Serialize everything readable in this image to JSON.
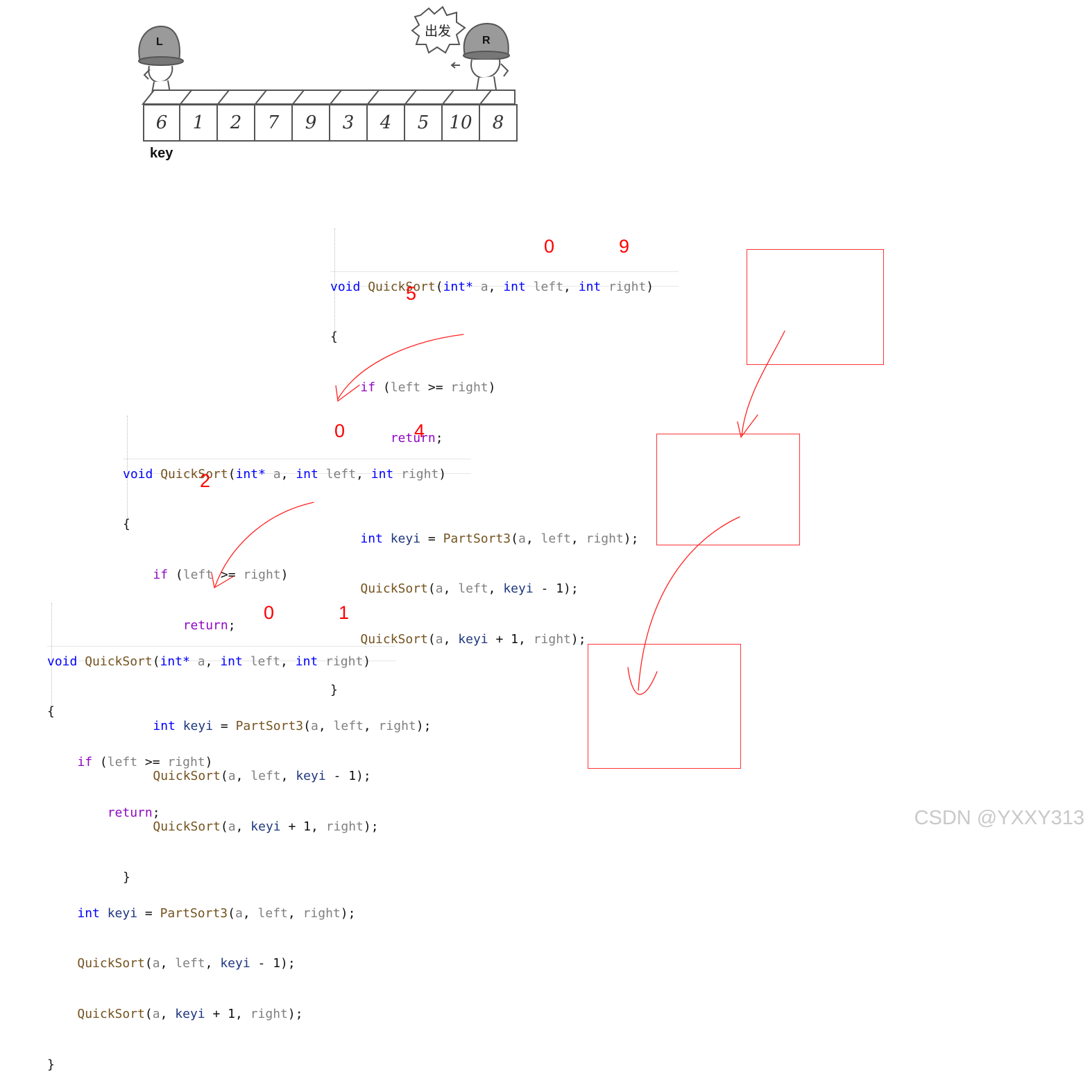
{
  "illustration": {
    "array_values": [
      "6",
      "1",
      "2",
      "7",
      "9",
      "3",
      "4",
      "5",
      "10",
      "8"
    ],
    "key_label": "key",
    "left_pointer": "L",
    "right_pointer": "R",
    "speech_bubble": "出发"
  },
  "code_blocks": [
    {
      "annotations": {
        "left": "0",
        "right": "9",
        "keyi": "5"
      }
    },
    {
      "annotations": {
        "left": "0",
        "right": "4",
        "keyi": "2"
      }
    },
    {
      "annotations": {
        "left": "0",
        "right": "1"
      }
    }
  ],
  "code": {
    "sig_void": "void",
    "sig_fn": "QuickSort",
    "sig_int_ptr": "int*",
    "param_a": "a",
    "param_int": "int",
    "param_left": "left",
    "param_right": "right",
    "open_brace": "{",
    "close_brace": "}",
    "if_kw": "if",
    "if_cond_open": " (",
    "if_cond_op": " >= ",
    "if_cond_close": ")",
    "return_kw": "return",
    "semicolon": ";",
    "keyi_var": "keyi",
    "partsort": "PartSort3",
    "minus_one": " - 1",
    "plus_one": " + 1",
    "comma": ", ",
    "equals": " = ",
    "open_paren": "(",
    "close_paren_semi": ");",
    "close_paren": ")"
  },
  "colors": {
    "annotation_red": "#ff0000",
    "keyword_blue": "#0000ff",
    "control_purple": "#8f08c4",
    "function_brown": "#74531f"
  },
  "watermark": "CSDN @YXXY313"
}
